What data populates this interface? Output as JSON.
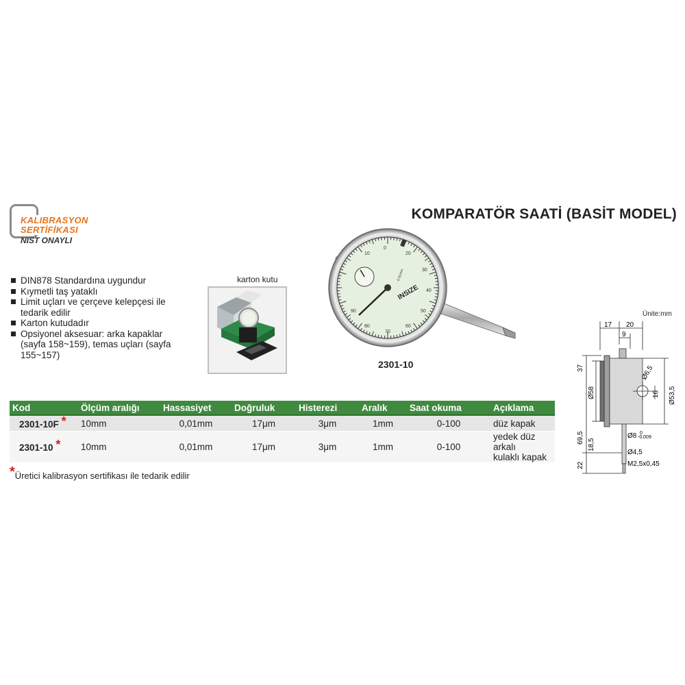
{
  "badge": {
    "line1": "KALIBRASYON",
    "line2": "SERTİFİKASI",
    "line3": "NIST ONAYLI"
  },
  "title": "KOMPARATÖR SAATİ (BASİT MODEL)",
  "features": [
    "DIN878 Standardına uygundur",
    "Kıymetli taş yataklı",
    "Limit uçları ve çerçeve kelepçesi ile tedarik edilir",
    "Karton kutudadır",
    "Opsiyonel aksesuar: arka kapaklar (sayfa 158~159), temas uçları (sayfa 155~157)"
  ],
  "box_caption": "karton kutu",
  "gauge": {
    "caption": "2301-10",
    "brand": "INSIZE",
    "dial_numbers": [
      "0",
      "10",
      "20",
      "30",
      "40",
      "50",
      "60",
      "70",
      "80",
      "90"
    ],
    "dial_text": "0.01mm"
  },
  "drawing": {
    "unit_label": "Ünite:mm",
    "dims": {
      "d17": "17",
      "d20": "20",
      "d9": "9",
      "d37": "37",
      "d58": "Ø58",
      "d65": "Ø6,5",
      "d16": "16",
      "d535": "Ø53,5",
      "d695": "69,5",
      "d185": "18,5",
      "d8": "Ø8",
      "d8tol": "-0,009",
      "d8tol0": "0",
      "d45": "Ø4,5",
      "d22": "22",
      "thread": "M2,5x0,45"
    }
  },
  "table": {
    "headers": [
      "Kod",
      "Ölçüm aralığı",
      "Hassasiyet",
      "Doğruluk",
      "Histerezi",
      "Aralık",
      "Saat okuma",
      "Açıklama"
    ],
    "rows": [
      {
        "code": "2301-10F",
        "star": "*",
        "range": "10mm",
        "resolution": "0,01mm",
        "accuracy": "17μm",
        "hysteresis": "3μm",
        "interval": "1mm",
        "reading": "0-100",
        "desc": "düz kapak",
        "desc2": ""
      },
      {
        "code": "2301-10",
        "star": "*",
        "range": "10mm",
        "resolution": "0,01mm",
        "accuracy": "17μm",
        "hysteresis": "3μm",
        "interval": "1mm",
        "reading": "0-100",
        "desc": "yedek düz arkalı",
        "desc2": "kulaklı kapak"
      }
    ]
  },
  "footnote": {
    "star": "*",
    "text": "Üretici kalibrasyon sertifikası ile tedarik edilir"
  },
  "colors": {
    "header_green": "#3f8a3f",
    "accent_orange": "#e8741a",
    "star_red": "#d62020",
    "dial_face": "#e6f0e0"
  }
}
